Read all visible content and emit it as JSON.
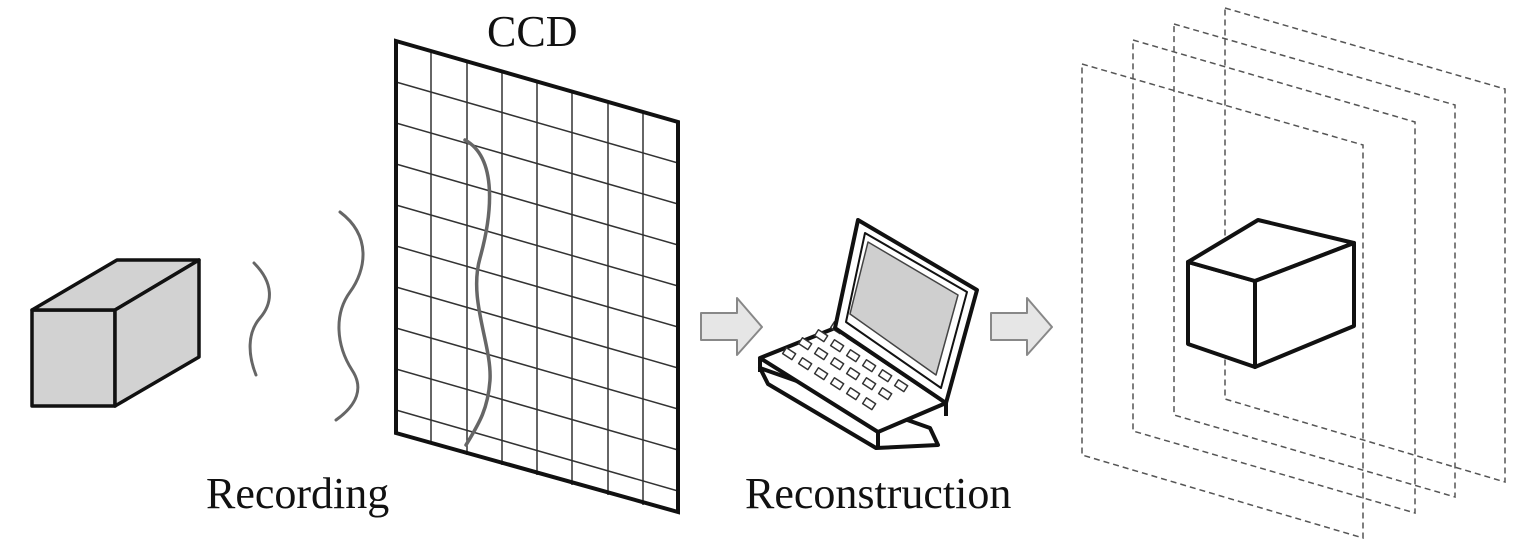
{
  "labels": {
    "ccd": "CCD",
    "recording": "Recording",
    "reconstruction": "Reconstruction"
  },
  "colors": {
    "stroke": "#111111",
    "object_fill": "#d2d2d2",
    "wave": "#666666",
    "grid": "#222222",
    "arrow_fill": "#e6e6e6",
    "arrow_stroke": "#888888",
    "screen": "#cfcfcf",
    "dashed": "#555555"
  },
  "icons": {
    "object": "box-object-icon",
    "sensor": "ccd-grid-icon",
    "computer": "laptop-icon",
    "result": "reconstructed-planes-icon"
  }
}
